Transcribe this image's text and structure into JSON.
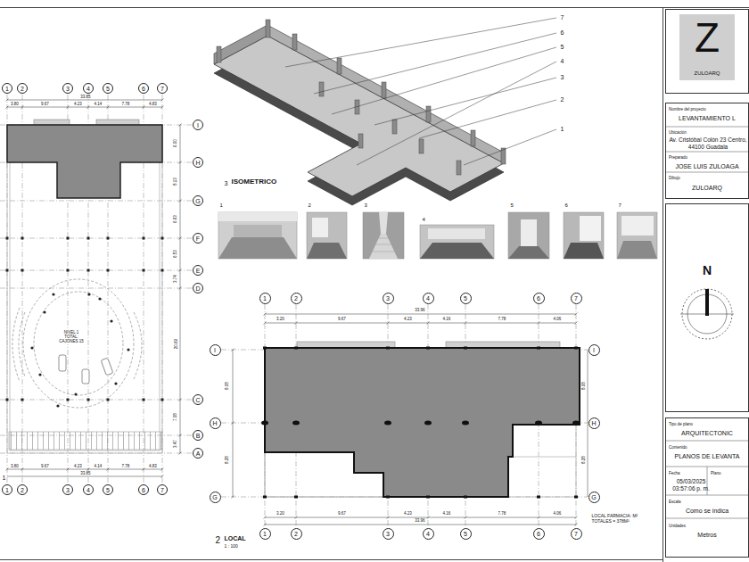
{
  "diagram": {
    "nodes": [
      {
        "text": [
          "1"
        ]
      },
      {
        "text": [
          "2"
        ]
      },
      {
        "text": [
          "3"
        ]
      },
      {
        "text": [
          "4"
        ]
      },
      {
        "text": [
          "5"
        ]
      },
      {
        "text": [
          "6"
        ]
      },
      {
        "text": [
          "7"
        ]
      },
      {
        "text": [
          "I"
        ]
      },
      {
        "text": [
          "H"
        ]
      },
      {
        "text": [
          "G"
        ]
      },
      {
        "text": [
          "F"
        ]
      },
      {
        "text": [
          "E"
        ]
      },
      {
        "text": [
          "D"
        ]
      },
      {
        "text": [
          "C"
        ]
      },
      {
        "text": [
          "B"
        ]
      },
      {
        "text": [
          "A"
        ]
      },
      {
        "text": [
          "1"
        ]
      },
      {
        "text": [
          "2"
        ]
      },
      {
        "text": [
          "3"
        ]
      },
      {
        "text": [
          "4"
        ]
      },
      {
        "text": [
          "5"
        ]
      },
      {
        "text": [
          "6"
        ]
      },
      {
        "text": [
          "7"
        ]
      },
      {
        "text": [
          "Z",
          "ZULOARQ"
        ]
      },
      {
        "text": [
          "Nombre del proyecto",
          "LEVANTAMIENTO L",
          "Ubicación",
          "Av. Cristóbal Colón 23 Centro, 44100 Guadala",
          "Preparado",
          "JOSE LUIS ZULOAGA",
          "Dibujo",
          "ZULOARQ"
        ]
      },
      {
        "text": [
          "N"
        ]
      },
      {
        "text": [
          "Tipo de plano",
          "ARQUITECTONIC",
          "Contenido",
          "PLANOS DE LEVANTA",
          "Fecha",
          "Plano",
          "05/03/2025 03:57:06 p. m.",
          "Escala",
          "Como se indica",
          "Unidades",
          "Metros"
        ]
      },
      {
        "text": [
          "1"
        ]
      },
      {
        "text": [
          "2"
        ]
      },
      {
        "text": [
          "3"
        ]
      },
      {
        "text": [
          "4"
        ]
      },
      {
        "text": [
          "5"
        ]
      },
      {
        "text": [
          "6"
        ]
      },
      {
        "text": [
          "7"
        ]
      },
      {
        "text": [
          "I"
        ]
      },
      {
        "text": [
          "H"
        ]
      },
      {
        "text": [
          "G"
        ]
      },
      {
        "text": [
          "I"
        ]
      },
      {
        "text": [
          "H"
        ]
      },
      {
        "text": [
          "G"
        ]
      },
      {
        "text": [
          "1"
        ]
      },
      {
        "text": [
          "2"
        ]
      },
      {
        "text": [
          "3"
        ]
      },
      {
        "text": [
          "4"
        ]
      },
      {
        "text": [
          "5"
        ]
      },
      {
        "text": [
          "6"
        ]
      },
      {
        "text": [
          "7"
        ]
      }
    ],
    "labels": [
      "33.85",
      "3.80",
      "9.67",
      "4.23",
      "4.14",
      "7.78",
      "4.83",
      "3.80",
      "9.67",
      "4.23",
      "4.14",
      "7.78",
      "4.83",
      "33.85",
      "6.00",
      "8.13",
      "6.63",
      "6.53",
      "3.74",
      "20.69",
      "7.08",
      "3.47",
      "NIVEL 1 TOTAL: CAJONES 15",
      "1",
      "7",
      "6",
      "5",
      "4",
      "3",
      "2",
      "1",
      "3",
      "ISOMETRICO",
      "1",
      "2",
      "3",
      "4",
      "5",
      "6",
      "7",
      "33.96",
      "3.20",
      "9.67",
      "4.23",
      "4.16",
      "7.78",
      "4.06",
      "3.20",
      "9.67",
      "4.23",
      "4.16",
      "7.78",
      "4.06",
      "33.96",
      "8.08",
      "8.28",
      "8.08",
      "8.28",
      "LOCAL FARMACIA: M² TOTALES = 378M²",
      "2",
      "LOCAL",
      "1 : 100"
    ]
  }
}
